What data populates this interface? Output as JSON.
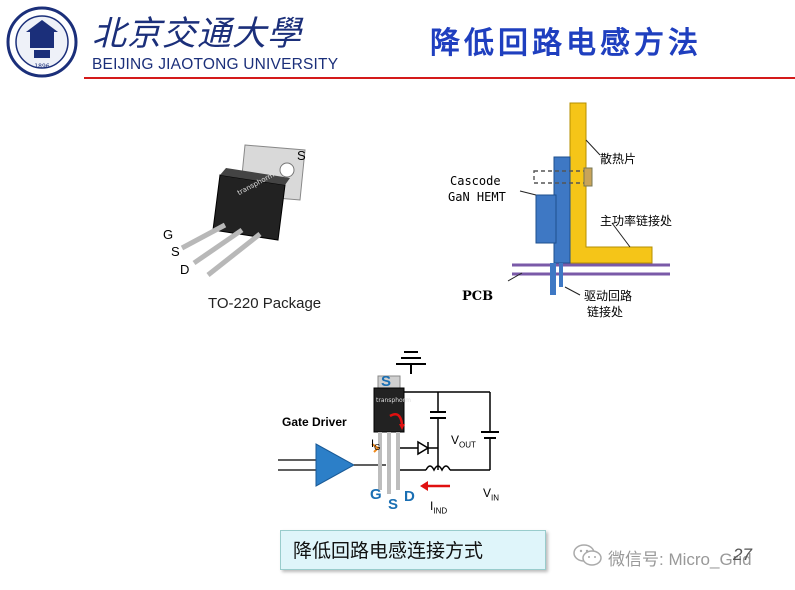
{
  "header": {
    "logo_cn": "北京交通大學",
    "logo_en": "BEIJING JIAOTONG UNIVERSITY",
    "title": "降低回路电感方法"
  },
  "package_figure": {
    "pin_s_top": "S",
    "pin_g": "G",
    "pin_s": "S",
    "pin_d": "D",
    "label": "TO-220 Package",
    "brand": "transphorm"
  },
  "pcb_figure": {
    "cascode_line1": "Cascode",
    "cascode_line2": "GaN HEMT",
    "heatsink": "散热片",
    "main_power": "主功率链接处",
    "pcb": "PCB",
    "drive_line1": "驱动回路",
    "drive_line2": "链接处"
  },
  "circuit_figure": {
    "gate_driver": "Gate Driver",
    "s_label": "S",
    "g_label": "G",
    "s_bottom": "S",
    "d_label": "D",
    "ig": "I",
    "ig_sub": "G",
    "vout": "V",
    "vout_sub": "OUT",
    "vin": "V",
    "vin_sub": "IN",
    "iind": "I",
    "iind_sub": "IND",
    "brand": "transphorm"
  },
  "caption": "降低回路电感连接方式",
  "watermark": "微信号: Micro_Grid",
  "page_number": "27",
  "colors": {
    "title": "#1f3fbf",
    "rule": "#d41a1a",
    "logo": "#1b2f7a",
    "heatsink": "#f5c518",
    "hemt": "#3e78c4",
    "pcb_line": "#7a5aa8",
    "pin_label": "#1a6fb3",
    "driver": "#2c7fc8",
    "arrow": "#e01010"
  }
}
